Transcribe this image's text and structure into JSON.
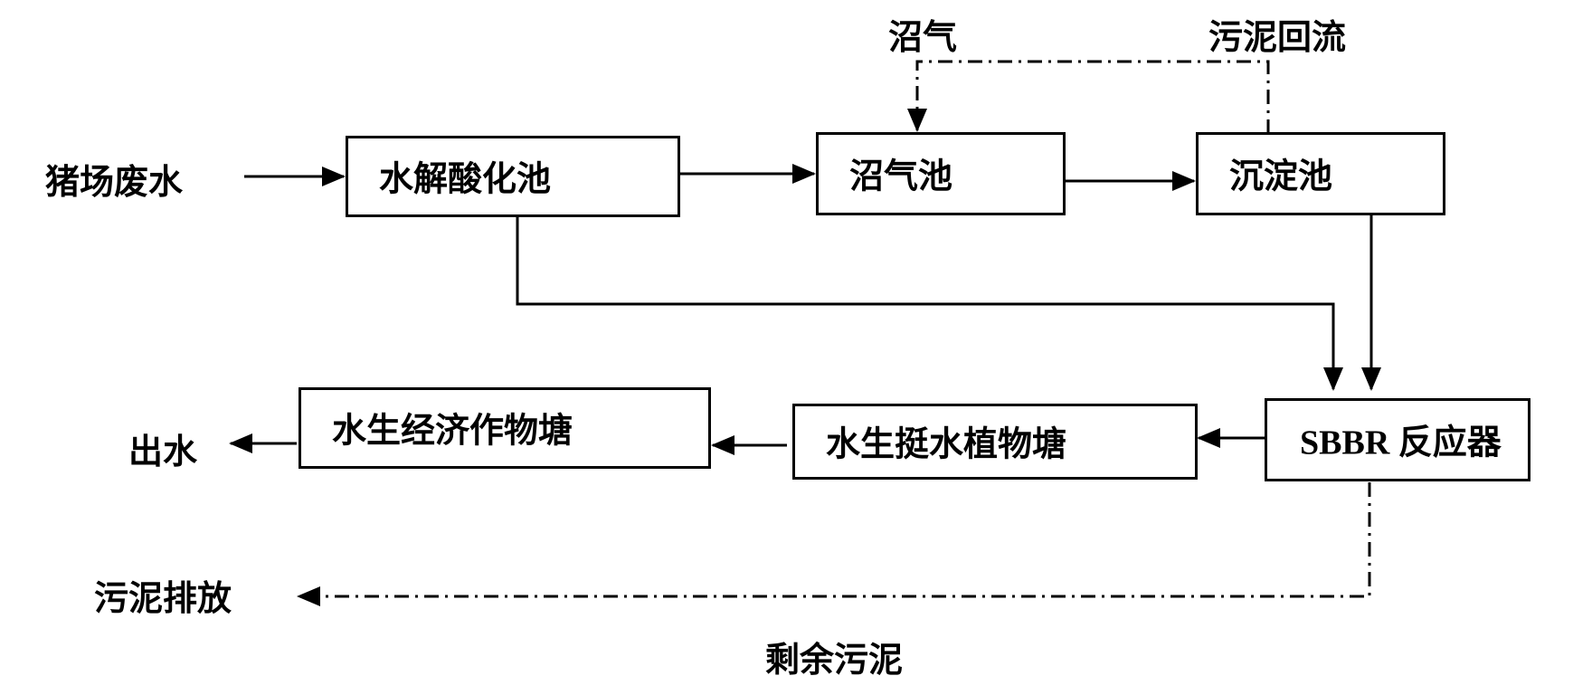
{
  "inputs": {
    "pig_farm_wastewater": "猪场废水"
  },
  "top_labels": {
    "biogas": "沼气",
    "sludge_return": "污泥回流"
  },
  "boxes": {
    "hydrolysis_acidification_tank": "水解酸化池",
    "biogas_digester": "沼气池",
    "sedimentation_tank": "沉淀池",
    "sbbr_reactor": "SBBR 反应器",
    "emergent_plant_pond": "水生挺水植物塘",
    "economic_crop_pond": "水生经济作物塘"
  },
  "outputs": {
    "effluent": "出水",
    "sludge_discharge": "污泥排放",
    "excess_sludge": "剩余污泥"
  }
}
